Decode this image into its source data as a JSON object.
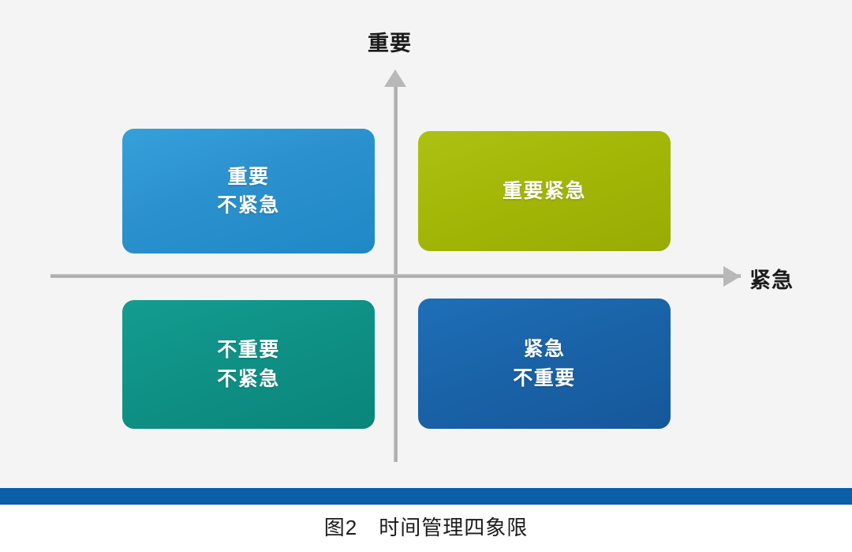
{
  "figure": {
    "caption": "图2　时间管理四象限",
    "background_color": "#f4f4f5",
    "divider_color": "#0b5ea8"
  },
  "axes": {
    "vertical": {
      "label": "重要",
      "icon": "up-arrow-icon",
      "color": "#b4b4b4"
    },
    "horizontal": {
      "label": "紧急",
      "icon": "right-arrow-icon",
      "color": "#b4b4b4"
    }
  },
  "quadrants": [
    {
      "id": "important-not-urgent",
      "lines": [
        "重要",
        "不紧急"
      ],
      "color": "#2b91ce",
      "position": "top-left"
    },
    {
      "id": "important-urgent",
      "lines": [
        "重要紧急"
      ],
      "color": "#a3b707",
      "position": "top-right"
    },
    {
      "id": "not-important-not-urgent",
      "lines": [
        "不重要",
        "不紧急"
      ],
      "color": "#0f9186",
      "position": "bottom-left"
    },
    {
      "id": "urgent-not-important",
      "lines": [
        "紧急",
        "不重要"
      ],
      "color": "#1a63a8",
      "position": "bottom-right"
    }
  ]
}
